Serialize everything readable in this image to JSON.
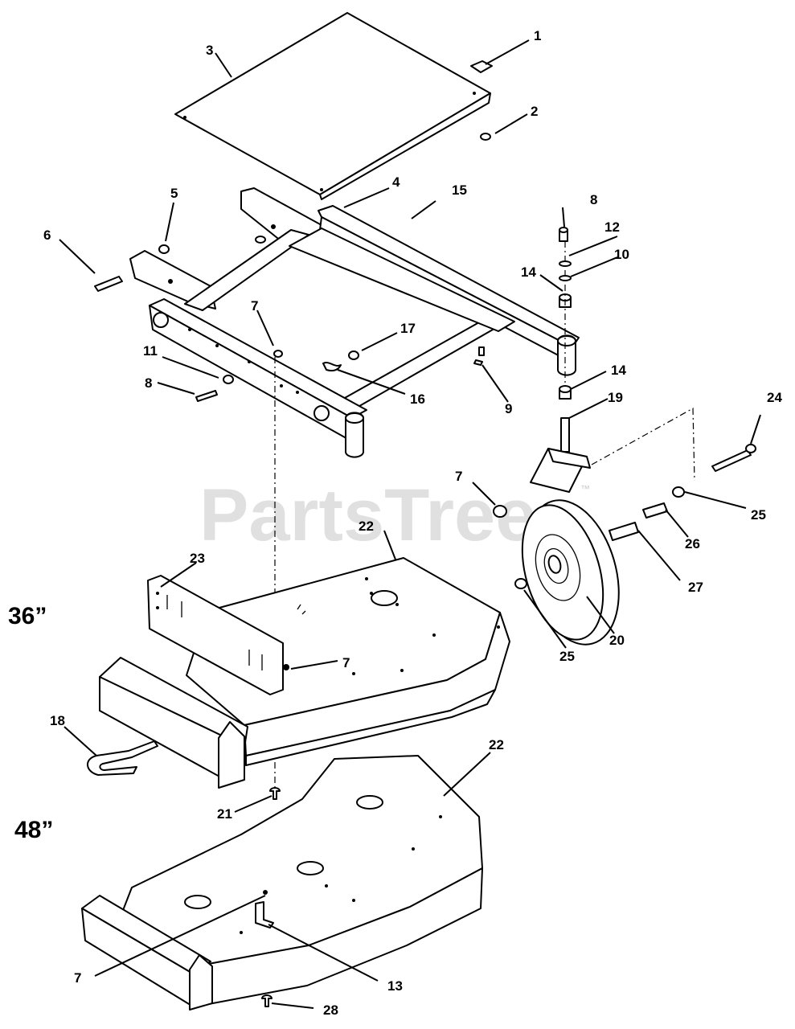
{
  "watermark": {
    "text": "PartsTree",
    "trademark": "™"
  },
  "deck_labels": {
    "small": "36”",
    "large": "48”"
  },
  "callouts": [
    "1",
    "2",
    "3",
    "4",
    "5",
    "6",
    "7",
    "8",
    "9",
    "10",
    "11",
    "12",
    "14",
    "15",
    "16",
    "17",
    "18",
    "19",
    "20",
    "21",
    "22",
    "23",
    "24",
    "25",
    "26",
    "27",
    "13",
    "28"
  ],
  "callout_list": [
    {
      "id": "c-1",
      "text": "1"
    },
    {
      "id": "c-2",
      "text": "2"
    },
    {
      "id": "c-3",
      "text": "3"
    },
    {
      "id": "c-4",
      "text": "4"
    },
    {
      "id": "c-5",
      "text": "5"
    },
    {
      "id": "c-6",
      "text": "6"
    },
    {
      "id": "c-7a",
      "text": "7"
    },
    {
      "id": "c-8a",
      "text": "8"
    },
    {
      "id": "c-8b",
      "text": "8"
    },
    {
      "id": "c-9",
      "text": "9"
    },
    {
      "id": "c-10",
      "text": "10"
    },
    {
      "id": "c-11",
      "text": "11"
    },
    {
      "id": "c-12",
      "text": "12"
    },
    {
      "id": "c-14a",
      "text": "14"
    },
    {
      "id": "c-14b",
      "text": "14"
    },
    {
      "id": "c-15",
      "text": "15"
    },
    {
      "id": "c-16",
      "text": "16"
    },
    {
      "id": "c-17",
      "text": "17"
    },
    {
      "id": "c-18",
      "text": "18"
    },
    {
      "id": "c-19",
      "text": "19"
    },
    {
      "id": "c-20",
      "text": "20"
    },
    {
      "id": "c-21",
      "text": "21"
    },
    {
      "id": "c-22a",
      "text": "22"
    },
    {
      "id": "c-22b",
      "text": "22"
    },
    {
      "id": "c-23",
      "text": "23"
    },
    {
      "id": "c-24",
      "text": "24"
    },
    {
      "id": "c-25a",
      "text": "25"
    },
    {
      "id": "c-25b",
      "text": "25"
    },
    {
      "id": "c-26",
      "text": "26"
    },
    {
      "id": "c-27",
      "text": "27"
    },
    {
      "id": "c-7b",
      "text": "7"
    },
    {
      "id": "c-7c",
      "text": "7"
    },
    {
      "id": "c-7d",
      "text": "7"
    },
    {
      "id": "c-13",
      "text": "13"
    },
    {
      "id": "c-28",
      "text": "28"
    }
  ],
  "colors": {
    "line": "#000000",
    "background": "#ffffff",
    "watermark": "#c8c8c8"
  }
}
